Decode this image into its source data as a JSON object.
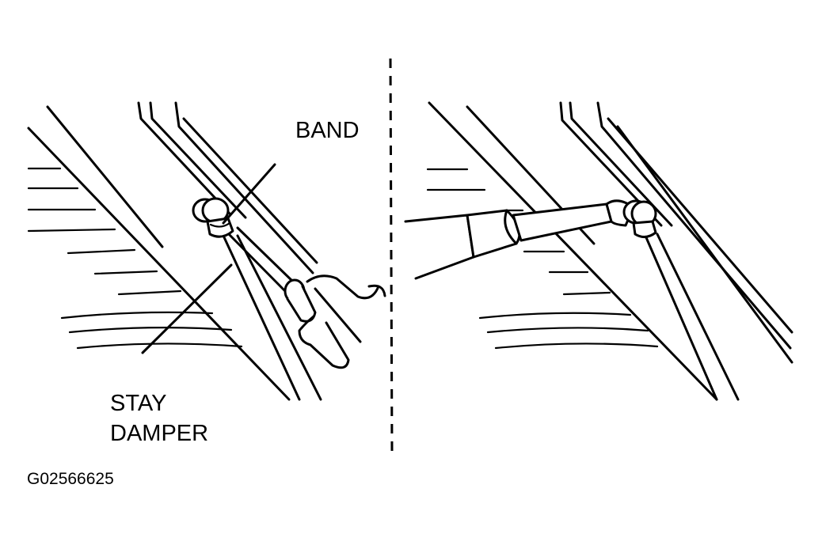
{
  "labels": {
    "band": "BAND",
    "stay_damper_line1": "STAY",
    "stay_damper_line2": "DAMPER",
    "figure_code": "G02566625"
  },
  "colors": {
    "ink": "#000000",
    "background": "#ffffff"
  }
}
